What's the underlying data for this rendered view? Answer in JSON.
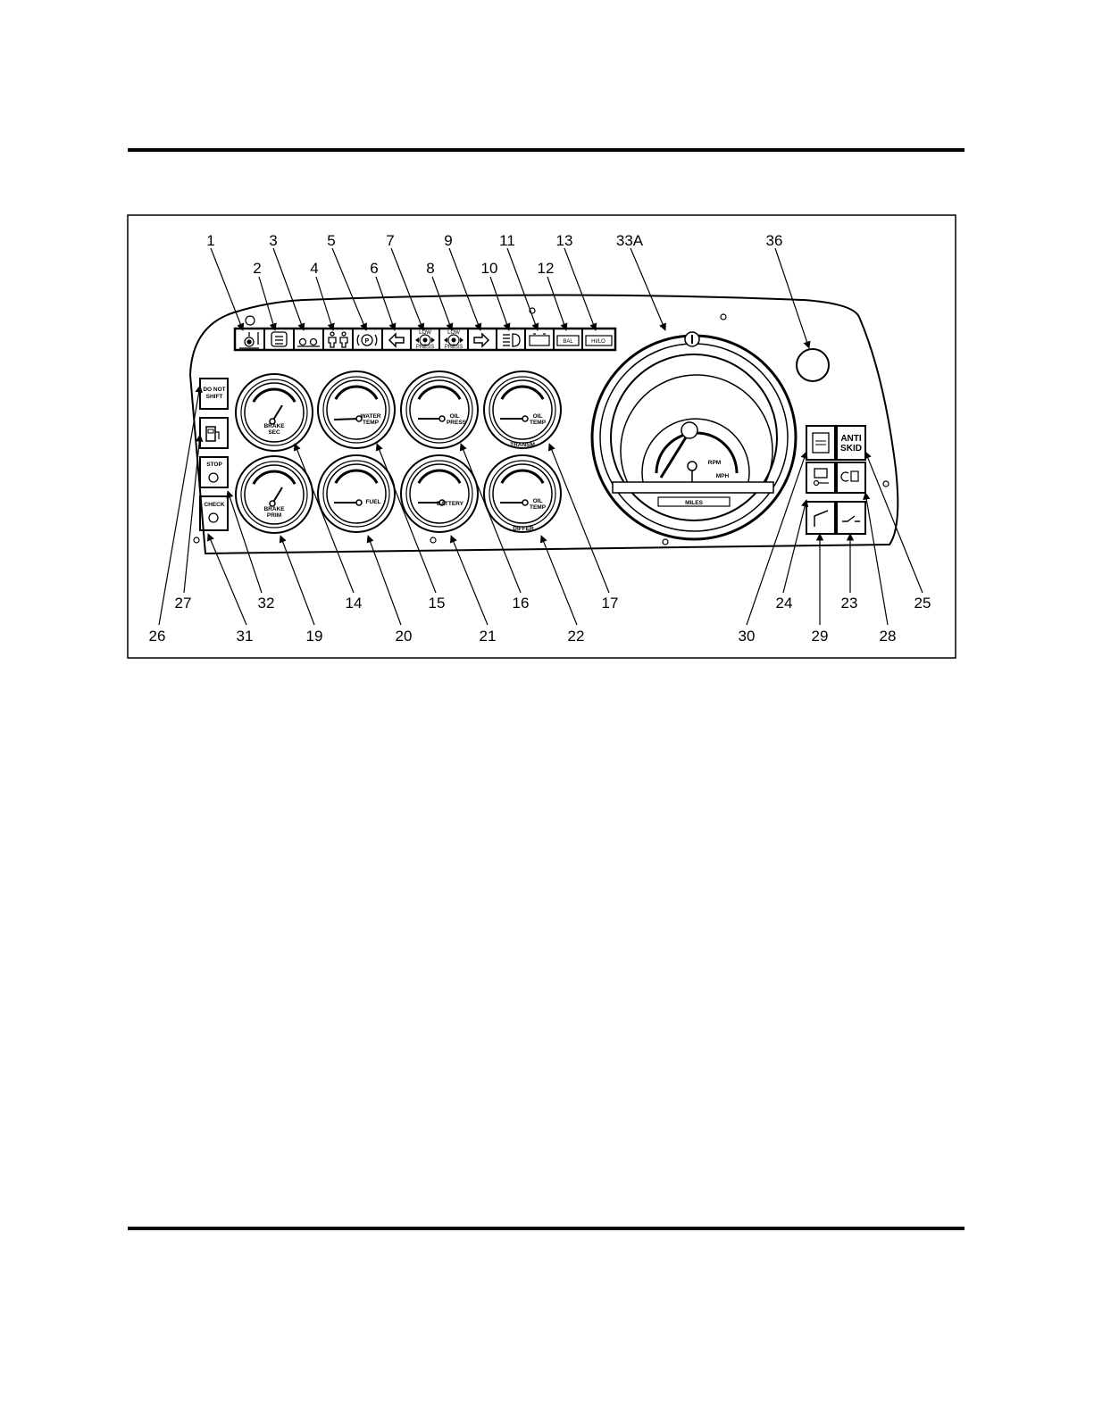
{
  "callouts": {
    "n1": "1",
    "n2": "2",
    "n3": "3",
    "n4": "4",
    "n5": "5",
    "n6": "6",
    "n7": "7",
    "n8": "8",
    "n9": "9",
    "n10": "10",
    "n11": "11",
    "n12": "12",
    "n13": "13",
    "n33a": "33A",
    "n36": "36",
    "n14": "14",
    "n15": "15",
    "n16": "16",
    "n17": "17",
    "n19": "19",
    "n20": "20",
    "n21": "21",
    "n22": "22",
    "n23": "23",
    "n24": "24",
    "n25": "25",
    "n26": "26",
    "n27": "27",
    "n28": "28",
    "n29": "29",
    "n30": "30",
    "n31": "31",
    "n32": "32"
  },
  "indicators": {
    "low_top_7": "LOW",
    "press_7": "PRESS",
    "low_top_8": "LOW",
    "press_8": "PRESS",
    "bal": "BAL",
    "hlo": "HI/LO"
  },
  "gauges": {
    "brake_sec_1": "BRAKE",
    "brake_sec_2": "SEC",
    "water_temp_1": "WATER",
    "water_temp_2": "TEMP",
    "oil_press_1": "OIL",
    "oil_press_2": "PRESS",
    "oil_temp_t_1": "OIL",
    "oil_temp_t_2": "TEMP",
    "transm": "TRANSM",
    "brake_prim_1": "BRAKE",
    "brake_prim_2": "PRIM",
    "fuel": "FUEL",
    "battery": "BATTERY",
    "oil_temp_d_1": "OIL",
    "oil_temp_d_2": "TEMP",
    "differ": "DIFFER"
  },
  "speedometer": {
    "rpm": "RPM",
    "mph": "MPH",
    "miles": "MILES"
  },
  "left_column": {
    "do_not_1": "DO NOT",
    "do_not_2": "SHIFT",
    "stop": "STOP",
    "check": "CHECK"
  },
  "right_panel": {
    "anti": "ANTI",
    "skid": "SKID"
  }
}
